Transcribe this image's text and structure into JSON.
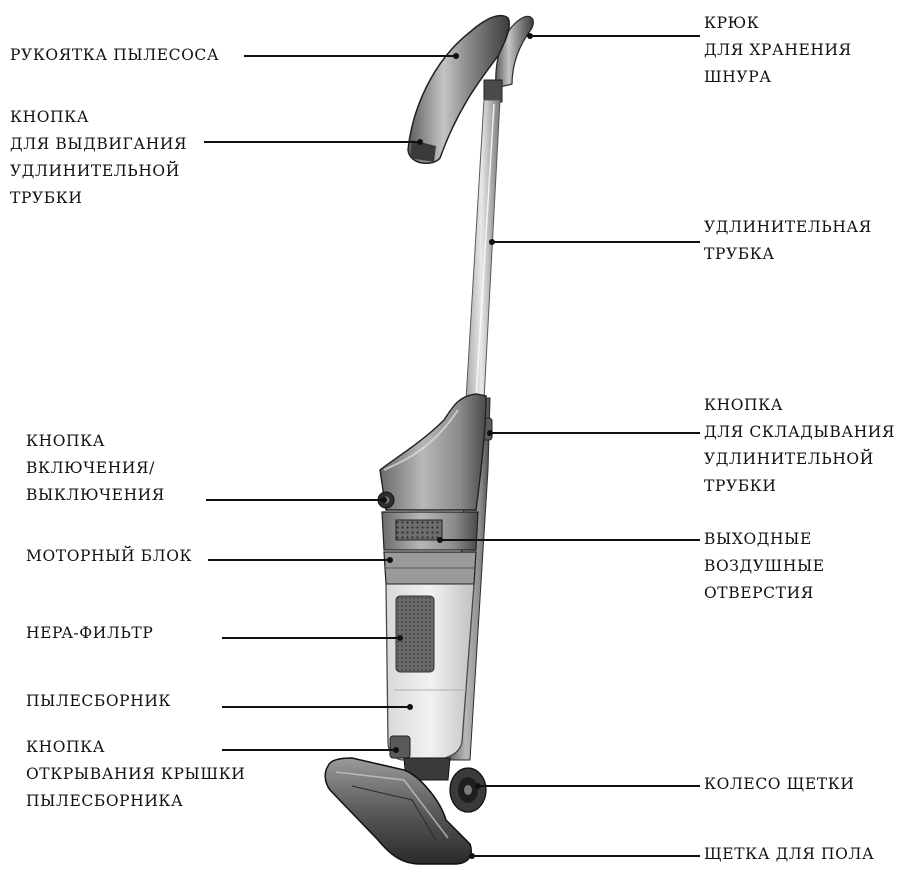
{
  "labels": {
    "handle": [
      "РУКОЯТКА ПЫЛЕСОСА"
    ],
    "extend_button": [
      "КНОПКА",
      "ДЛЯ ВЫДВИГАНИЯ",
      "УДЛИНИТЕЛЬНОЙ",
      "ТРУБКИ"
    ],
    "power_button": [
      "КНОПКА",
      "ВКЛЮЧЕНИЯ/",
      "ВЫКЛЮЧЕНИЯ"
    ],
    "motor_unit": [
      "МОТОРНЫЙ БЛОК"
    ],
    "hepa_filter": [
      "HEPA-ФИЛЬТР"
    ],
    "dust_bin": [
      "ПЫЛЕСБОРНИК"
    ],
    "bin_open_button": [
      "КНОПКА",
      "ОТКРЫВАНИЯ КРЫШКИ",
      "ПЫЛЕСБОРНИКА"
    ],
    "cord_hook": [
      "КРЮК",
      "ДЛЯ ХРАНЕНИЯ",
      "ШНУРА"
    ],
    "extension_tube": [
      "УДЛИНИТЕЛЬНАЯ",
      "ТРУБКА"
    ],
    "fold_button": [
      "КНОПКА",
      "ДЛЯ СКЛАДЫВАНИЯ",
      "УДЛИНИТЕЛЬНОЙ",
      "ТРУБКИ"
    ],
    "air_outlets": [
      "ВЫХОДНЫЕ",
      "ВОЗДУШНЫЕ",
      "ОТВЕРСТИЯ"
    ],
    "brush_wheel": [
      "КОЛЕСО ЩЕТКИ"
    ],
    "floor_brush": [
      "ЩЕТКА ДЛЯ ПОЛА"
    ]
  }
}
